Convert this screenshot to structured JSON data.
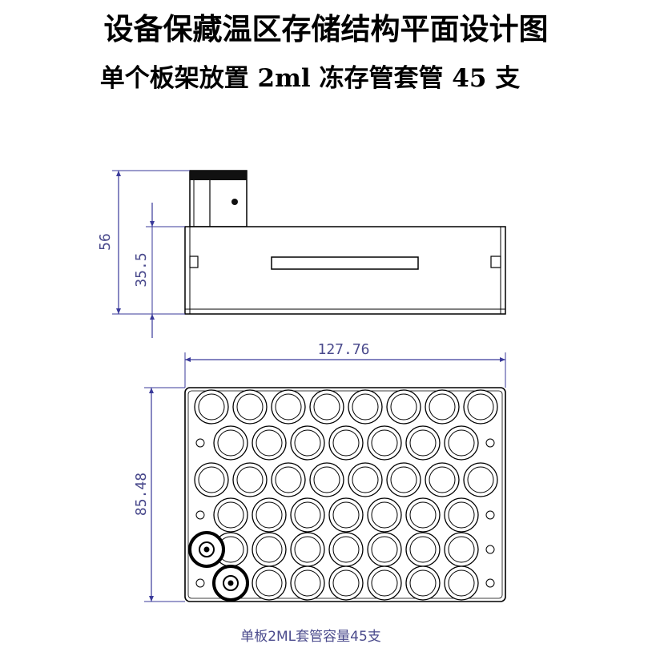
{
  "title": "设备保藏温区存储结构平面设计图",
  "subtitle": "单个板架放置 2ml 冻存管套管 45 支",
  "dimensions": {
    "total_height": "56",
    "body_height": "35.5",
    "width": "127.76",
    "depth": "85.48"
  },
  "plan_view": {
    "rows": [
      8,
      7,
      8,
      7,
      7,
      7
    ],
    "total_tubes": 45
  },
  "caption": "单板2ML套管容量45支",
  "colors": {
    "line": "#000000",
    "dimension": "#3a3a9a",
    "dimension_text": "#4a4a8c"
  }
}
